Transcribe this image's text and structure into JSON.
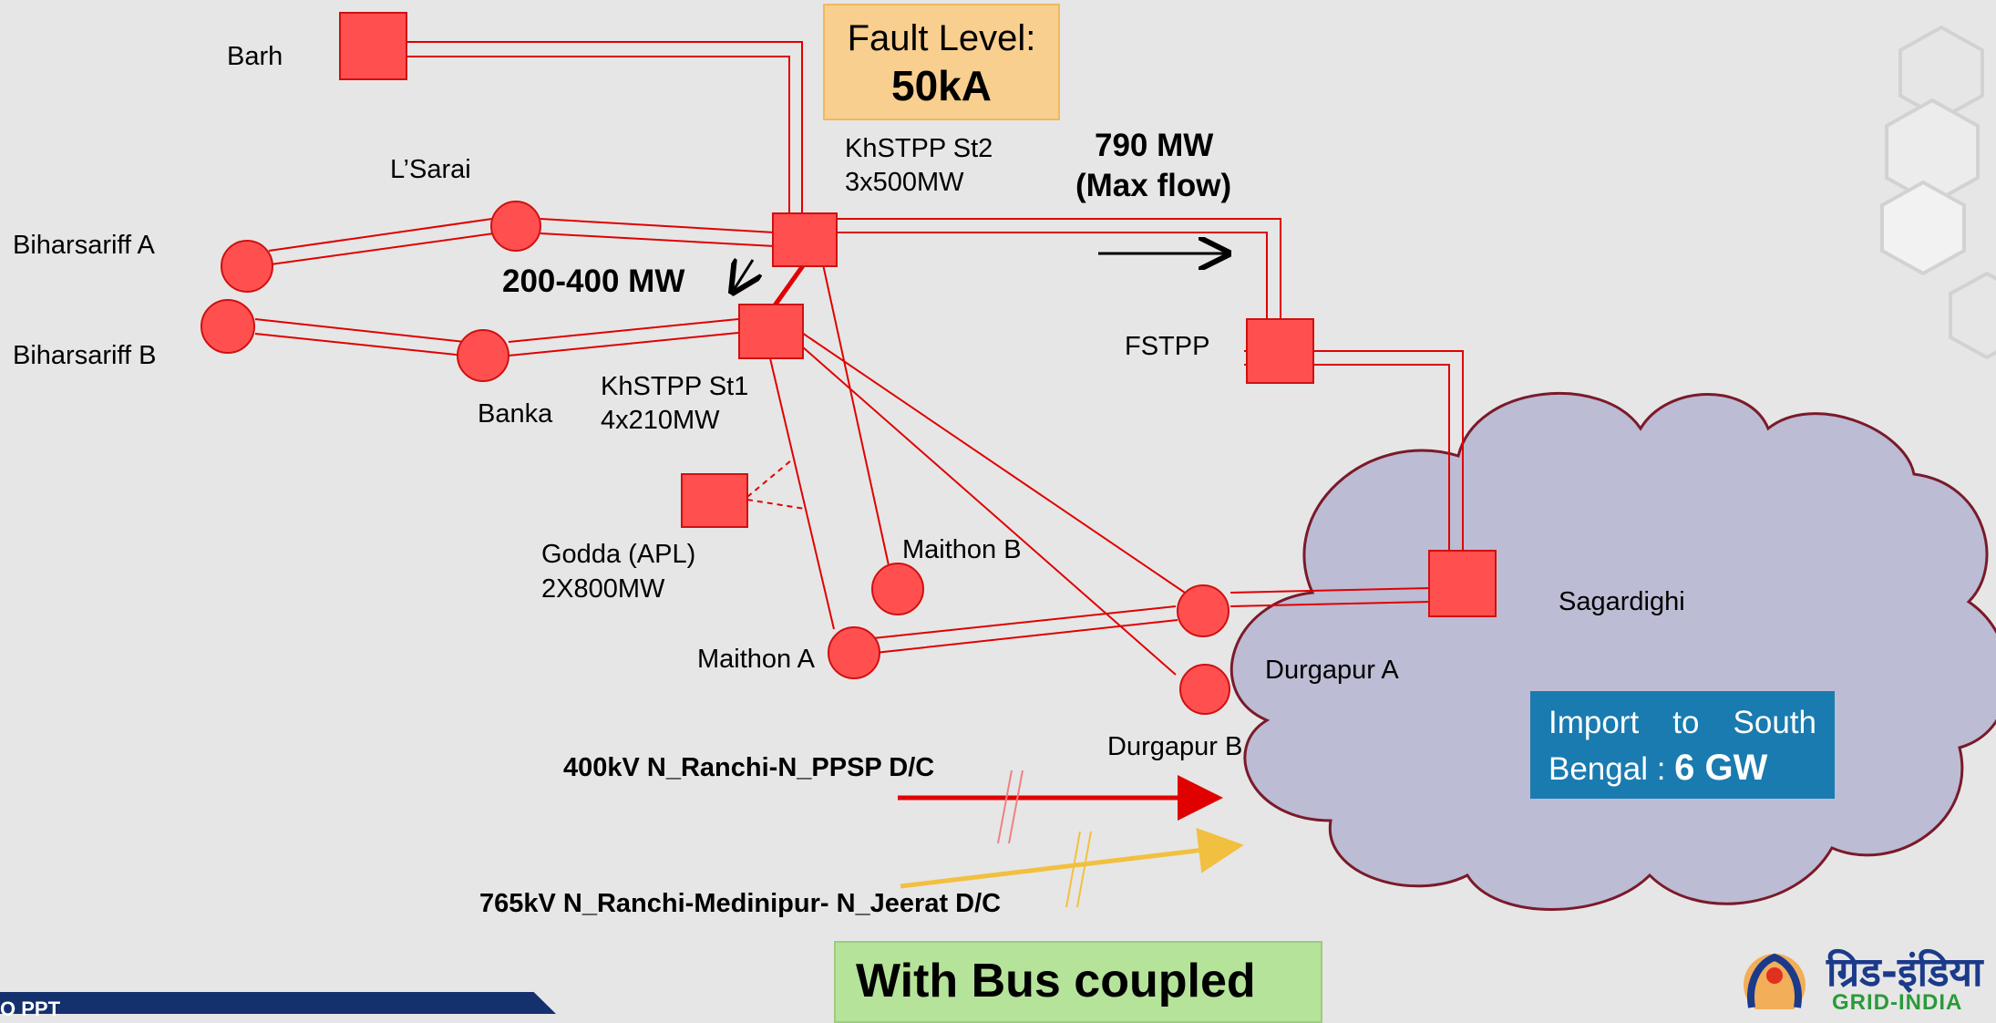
{
  "fault_level": {
    "label": "Fault Level:",
    "value": "50kA"
  },
  "stations": {
    "barh": "Barh",
    "lsarai": "L’Sarai",
    "biharsariff_a": "Biharsariff A",
    "biharsariff_b": "Biharsariff B",
    "banka": "Banka",
    "khstpp_st2_name": "KhSTPP St2",
    "khstpp_st2_cap": "3x500MW",
    "khstpp_st1_name": "KhSTPP St1",
    "khstpp_st1_cap": "4x210MW",
    "fstpp": "FSTPP",
    "godda_name": "Godda (APL)",
    "godda_cap": "2X800MW",
    "maithon_b": "Maithon B",
    "maithon_a": "Maithon A",
    "durgapur_a": "Durgapur A",
    "durgapur_b": "Durgapur B",
    "sagardighi": "Sagardighi"
  },
  "flows": {
    "max_flow_value": "790 MW",
    "max_flow_note": "(Max flow)",
    "inter_flow": "200-400 MW"
  },
  "lines": {
    "line_400kv": "400kV N_Ranchi-N_PPSP D/C",
    "line_765kv": "765kV N_Ranchi-Medinipur- N_Jeerat D/C"
  },
  "import_box": {
    "word1": "Import",
    "word2": "to",
    "word3": "South",
    "word4": "Bengal :",
    "value": "6 GW"
  },
  "status_box": {
    "label": "With Bus coupled"
  },
  "footer": {
    "text": "O PPT"
  },
  "logo": {
    "hindi": "ग्रिड-इंडिया",
    "english": "GRID-INDIA"
  },
  "colors": {
    "node_fill": "#ff4f4f",
    "line": "#e00000",
    "cloud_fill": "#bcbcd4",
    "cloud_stroke": "#7a1a2a",
    "arrow_765": "#f2c040",
    "import_box": "#1a7bb0",
    "fault_box": "#f8cf8e",
    "bus_box": "#b5e39a"
  }
}
